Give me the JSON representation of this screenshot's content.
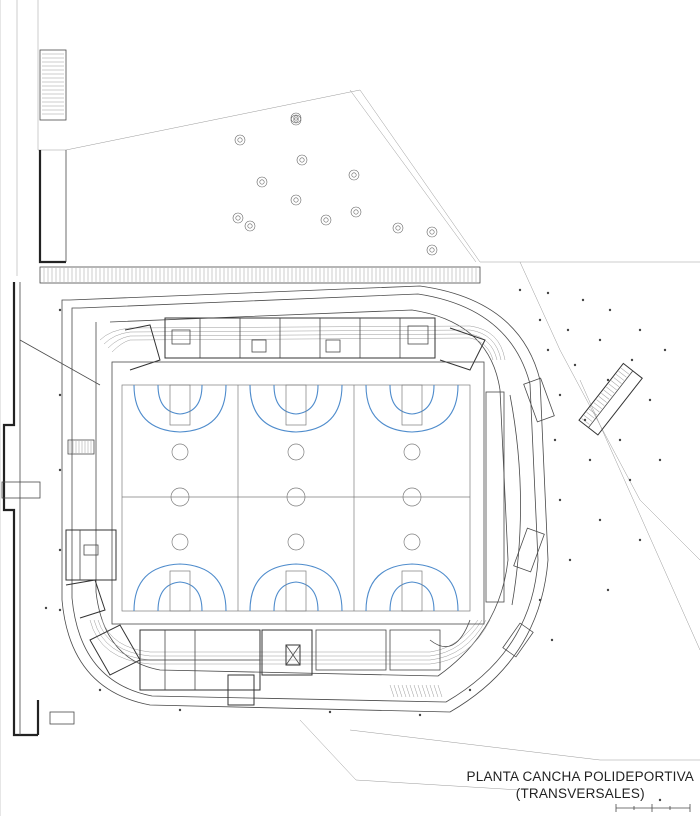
{
  "drawing": {
    "title_line1": "PLANTA CANCHA POLIDEPORTIVA",
    "title_line2": "(TRANSVERSALES)"
  },
  "plan": {
    "courts": 3,
    "seating_rows": 4,
    "trees": 14
  }
}
